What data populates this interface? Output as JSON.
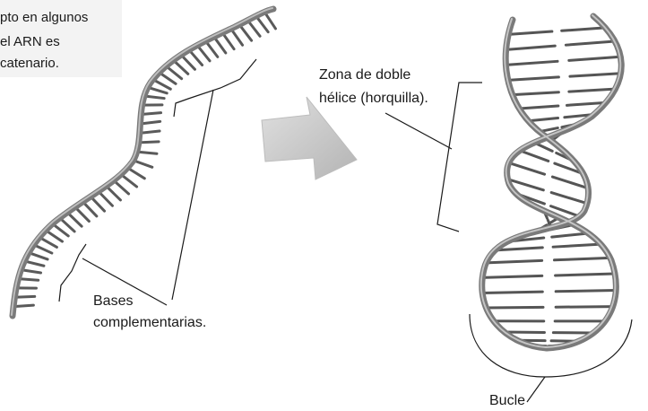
{
  "note": {
    "lines": [
      "pto en algunos",
      "el ARN es",
      "catenario."
    ]
  },
  "labels": {
    "bases_line1": "Bases",
    "bases_line2": "complementarias.",
    "zona_line1": "Zona de doble",
    "zona_line2": "hélice (horquilla).",
    "bucle": "Bucle"
  },
  "colors": {
    "backbone": "#7a7a7a",
    "backbone_highlight": "#bdbdbd",
    "bases": "#5a5a5a",
    "arrow": "#c8c8c8"
  }
}
